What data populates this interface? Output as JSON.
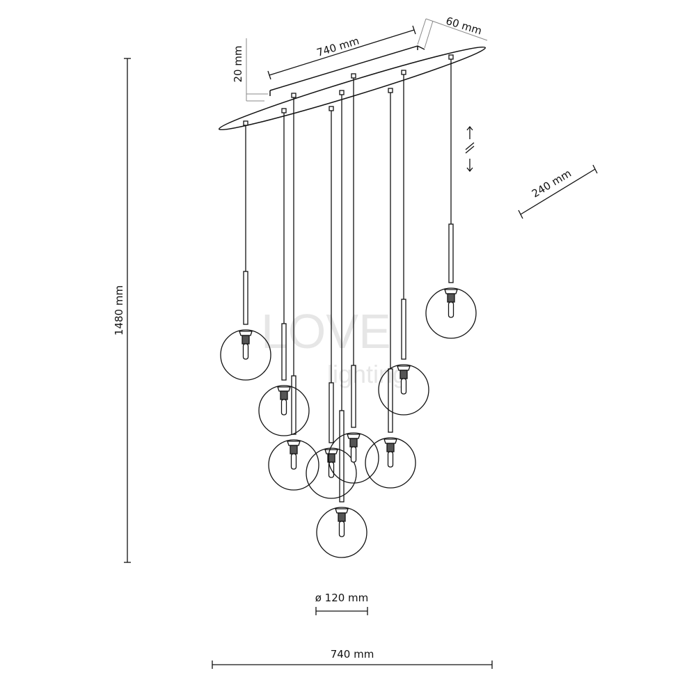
{
  "dimensions": {
    "height_total": "1480 mm",
    "width_bottom": "740 mm",
    "canopy_length": "740 mm",
    "canopy_depth": "60 mm",
    "canopy_height": "20 mm",
    "canopy_width": "240 mm",
    "globe_diameter": "ø 120 mm"
  },
  "watermark": {
    "line1": "LOVE",
    "line2": "lighting"
  },
  "pendant_count": 9,
  "colors": {
    "line": "#111111",
    "dim_line": "#888888",
    "watermark": "#e6e6e6"
  }
}
